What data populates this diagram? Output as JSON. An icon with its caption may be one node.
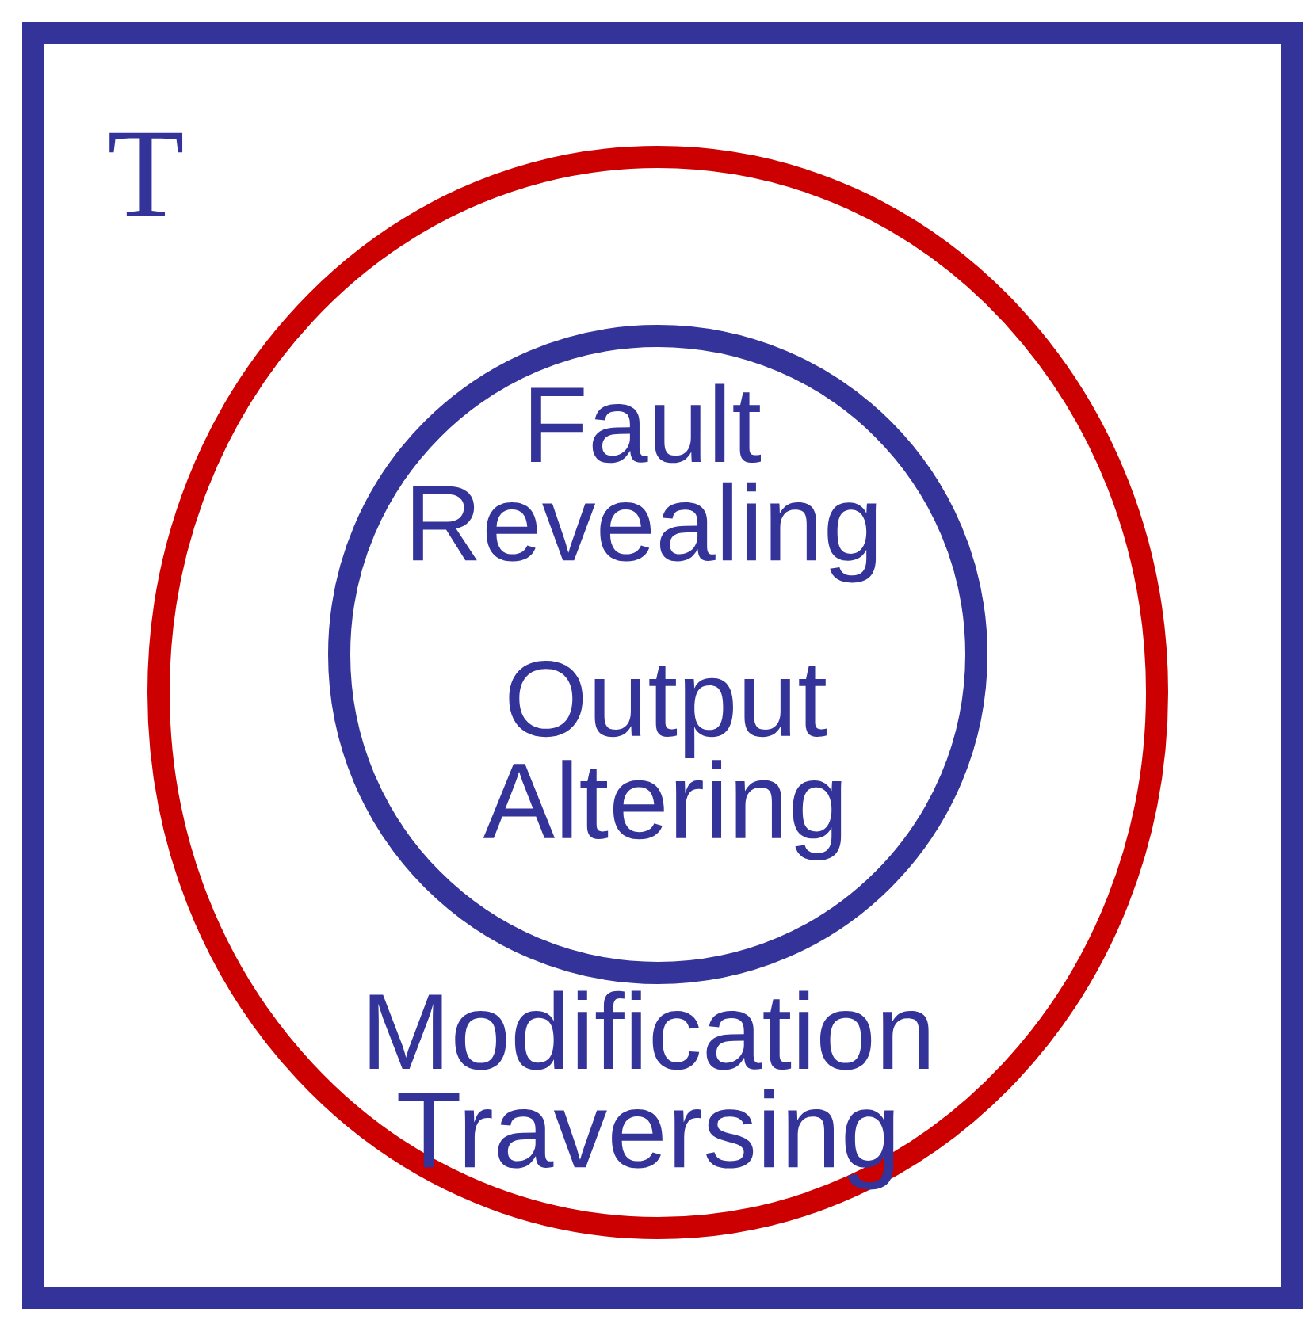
{
  "diagram": {
    "nodes": [
      {
        "text": [
          "T"
        ]
      },
      {
        "text": [
          "Modification Traversing"
        ],
        "in": 0
      },
      {
        "text": [
          "Fault Revealing",
          "Output Altering"
        ],
        "in": 1
      }
    ]
  }
}
